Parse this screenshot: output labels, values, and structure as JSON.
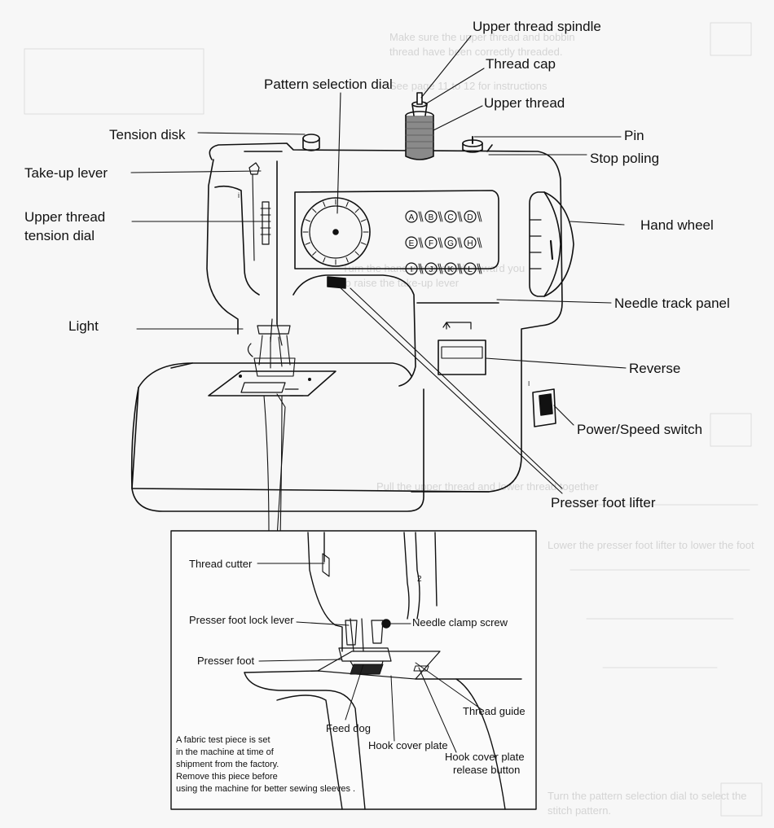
{
  "labels": {
    "upper_thread_spindle": "Upper thread spindle",
    "thread_cap": "Thread  cap",
    "upper_thread": "Upper  thread",
    "pattern_selection_dial": "Pattern selection dial",
    "tension_disk": "Tension disk",
    "pin": "Pin",
    "stop_poling": "Stop poling",
    "take_up_lever": "Take-up  lever",
    "upper_thread_tension_dial_l1": "Upper thread",
    "upper_thread_tension_dial_l2": "tension dial",
    "hand_wheel": "Hand wheel",
    "needle_track_panel": "Needle track panel",
    "light": "Light",
    "reverse": "Reverse",
    "power_speed_switch": "Power/Speed switch",
    "presser_foot_lifter": "Presser foot lifter"
  },
  "inset": {
    "thread_cutter": "Thread  cutter",
    "presser_foot_lock_lever": "Presser foot lock lever",
    "needle_clamp_screw": "Needle clamp screw",
    "presser_foot": "Presser foot",
    "thread_guide": "Thread guide",
    "feed_dog": "Feed dog",
    "hook_cover_plate": "Hook cover plate",
    "hook_cover_plate_release_l1": "Hook cover plate",
    "hook_cover_plate_release_l2": "release button",
    "note_lines": [
      "A fabric test piece is set",
      "in the machine at time of",
      "shipment from the factory.",
      "Remove this piece before",
      "using  the machine for better sewing sleeves ."
    ]
  },
  "stitch_patterns": [
    "A",
    "B",
    "C",
    "D",
    "E",
    "F",
    "G",
    "H",
    "I",
    "J",
    "K",
    "L"
  ],
  "bleed_through": [
    "Make sure the upper thread and bobbin",
    "thread have been correctly threaded.",
    "See page 11 to 12 for instructions",
    "Turn the hand wheel slowly toward you",
    "to raise the take-up lever",
    "Pull the upper thread and lower thread together",
    "Lower the presser foot lifter to lower the foot",
    "Turn the pattern selection dial to select the",
    "stitch pattern."
  ]
}
